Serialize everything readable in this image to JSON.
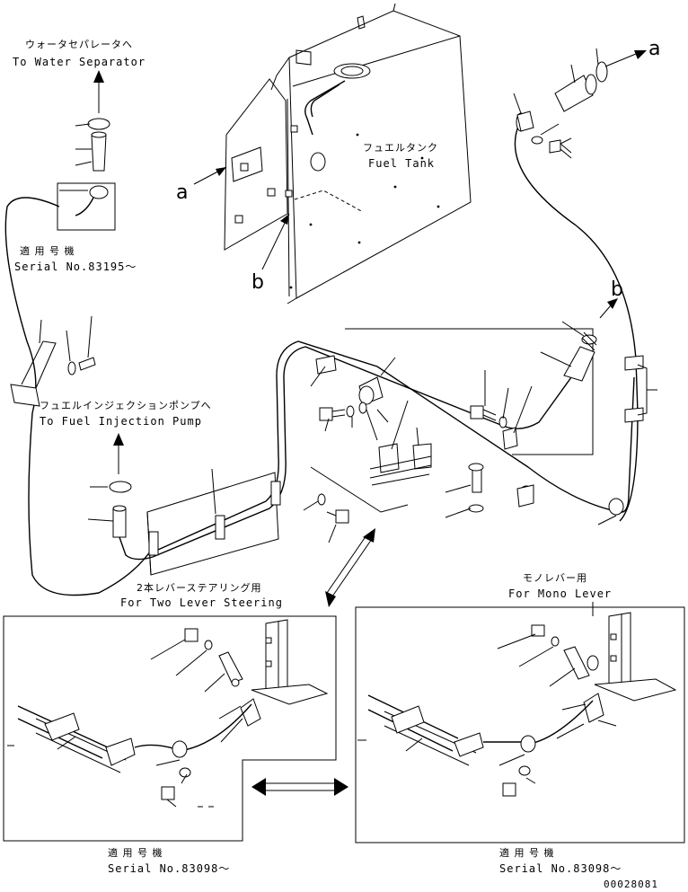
{
  "labels": {
    "water_separator_jp": "ウォータセパレータへ",
    "water_separator_en": "To Water Separator",
    "fuel_tank_jp": "フュエルタンク",
    "fuel_tank_en": "Fuel Tank",
    "serial1_jp": "適 用 号 機",
    "serial1_en": "Serial No.83195～",
    "injection_jp": "フュエルインジェクションポンプへ",
    "injection_en": "To Fuel Injection Pump",
    "two_lever_jp": "2本レバーステアリング用",
    "two_lever_en": "For Two Lever Steering",
    "mono_lever_jp": "モノレバー用",
    "mono_lever_en": "For Mono Lever",
    "serial2_jp": "適 用 号 機",
    "serial2_en": "Serial No.83098～",
    "serial3_jp": "適 用 号 機",
    "serial3_en": "Serial No.83098～",
    "ref_a_top": "a",
    "ref_a_left": "a",
    "ref_b_tank": "b",
    "ref_b_right": "b",
    "drawing_number": "00028081"
  }
}
